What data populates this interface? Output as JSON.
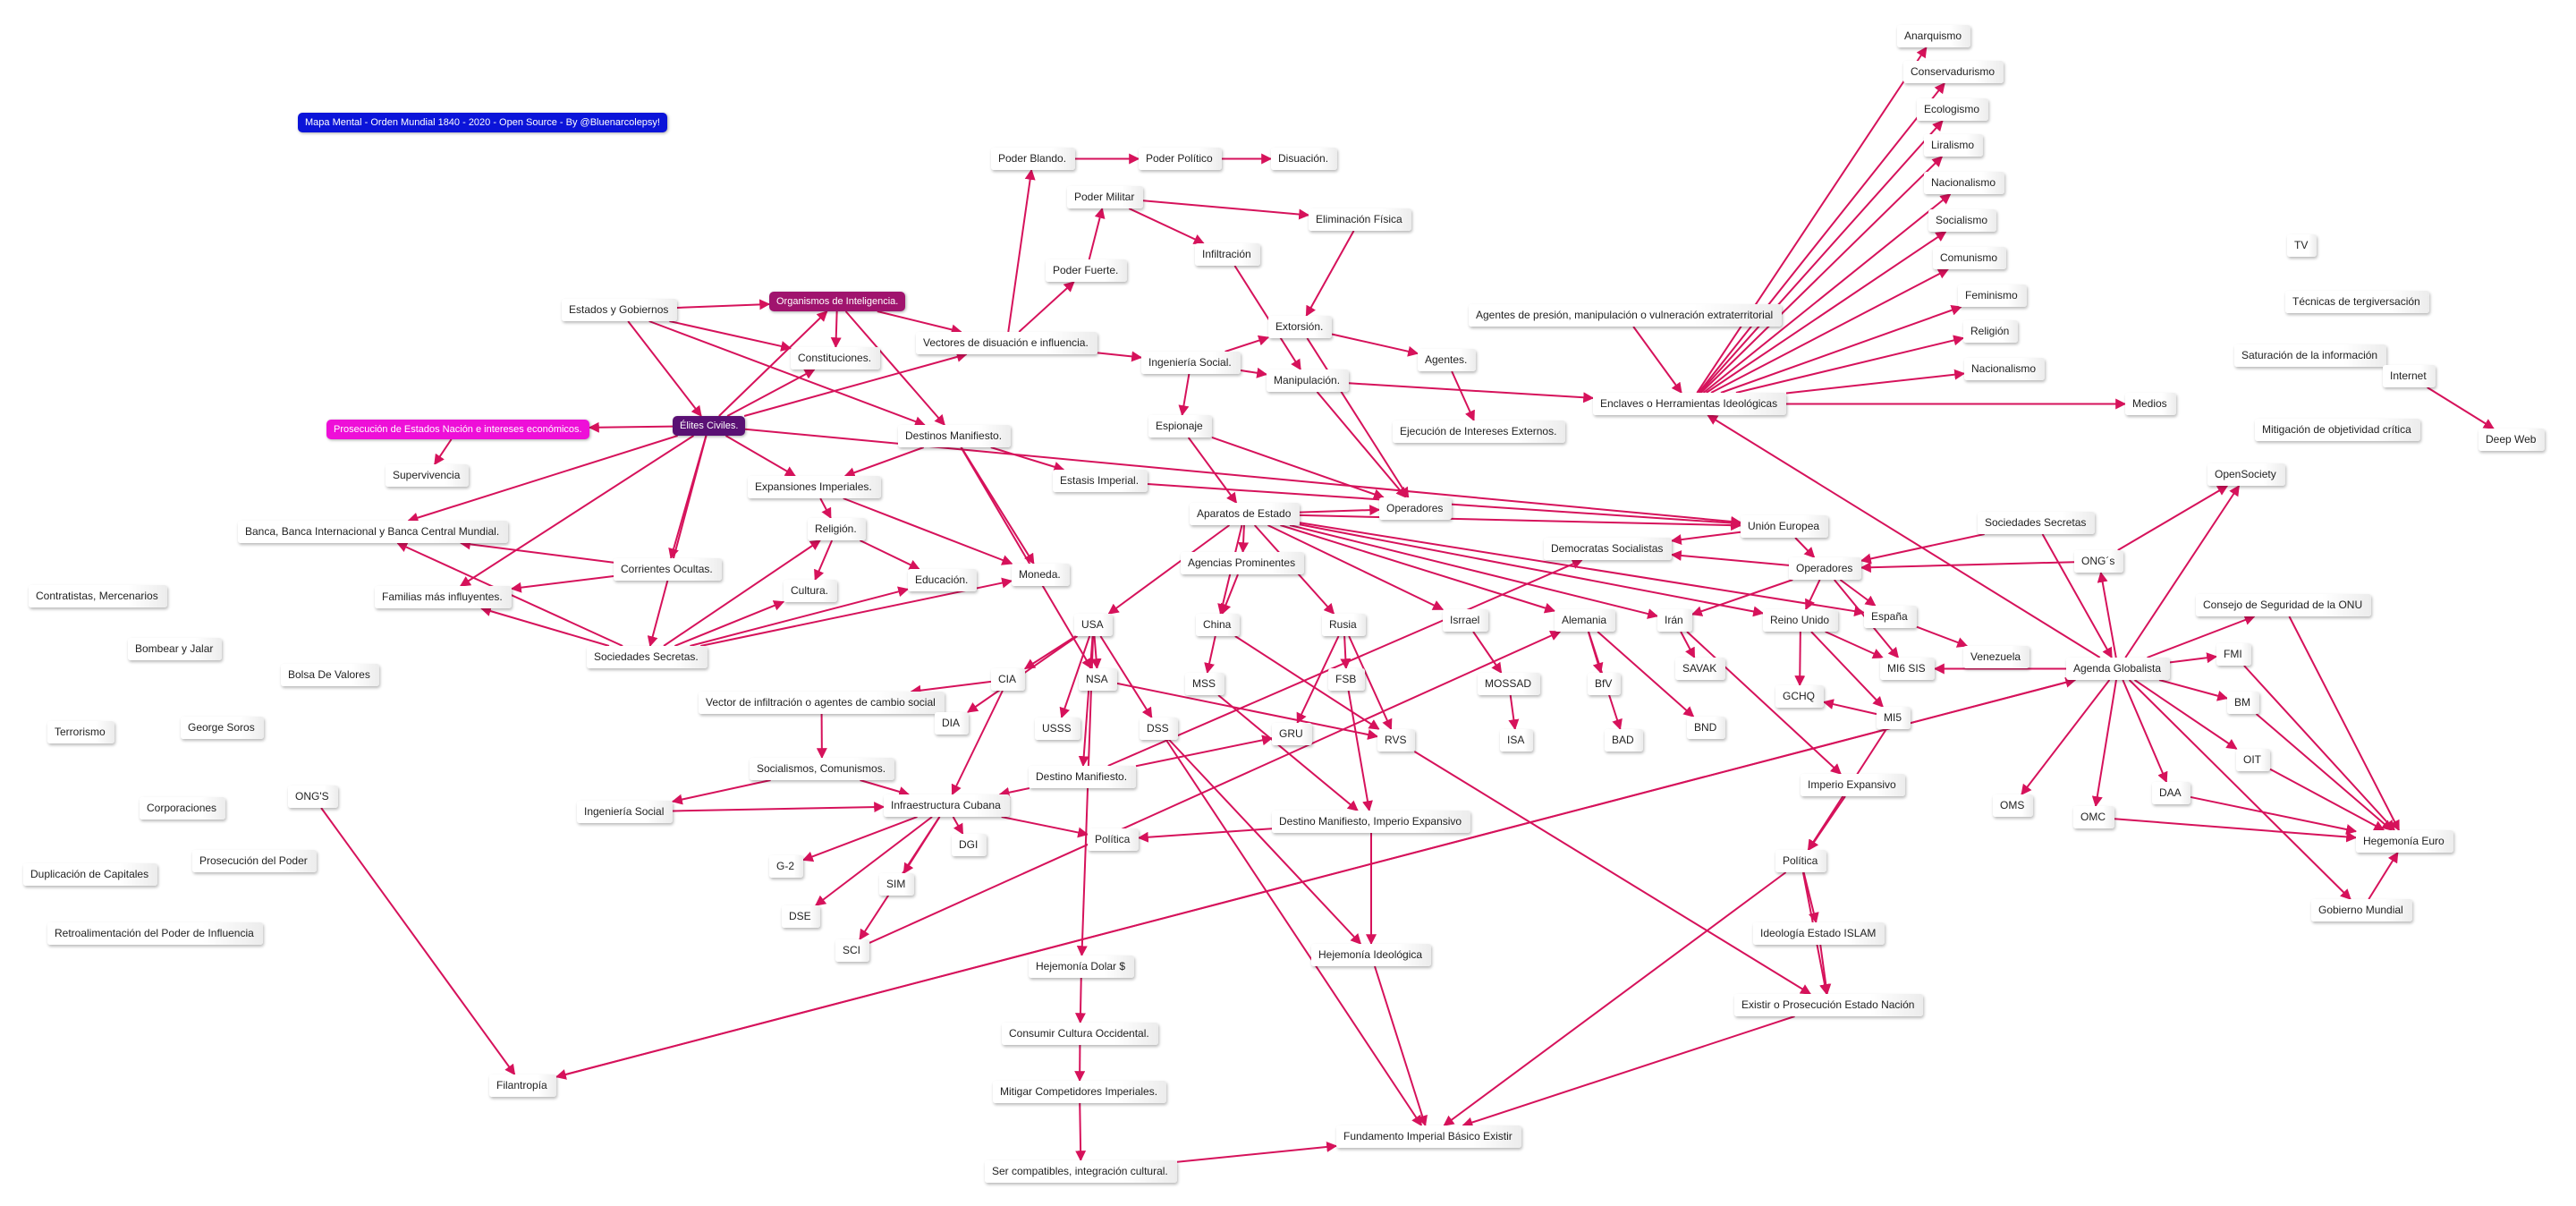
{
  "colors": {
    "edge": "#d6125b",
    "title_bg": "#0b14d9",
    "organismos_bg": "#a0146e",
    "elites_bg": "#5a1074",
    "prosecucion_bg": "#ee0fd8"
  },
  "title": "Mapa Mental - Orden Mundial 1840 - 2020 - Open Source - By @Bluenarcolepsy!",
  "nodes": [
    {
      "id": "title",
      "label": "Mapa Mental - Orden Mundial 1840 - 2020 - Open Source - By @Bluenarcolepsy!",
      "style": "title_bg"
    },
    {
      "id": "anarquismo",
      "label": "Anarquismo"
    },
    {
      "id": "conservadurismo",
      "label": "Conservadurismo"
    },
    {
      "id": "ecologismo",
      "label": "Ecologismo"
    },
    {
      "id": "liralismo",
      "label": "Liralismo"
    },
    {
      "id": "nacionalismo1",
      "label": "Nacionalismo"
    },
    {
      "id": "socialismo",
      "label": "Socialismo"
    },
    {
      "id": "comunismo",
      "label": "Comunismo"
    },
    {
      "id": "feminismo",
      "label": "Feminismo"
    },
    {
      "id": "religion2",
      "label": "Religión"
    },
    {
      "id": "nacionalismo2",
      "label": "Nacionalismo"
    },
    {
      "id": "poder_blando",
      "label": "Poder Blando."
    },
    {
      "id": "poder_politico",
      "label": "Poder Político"
    },
    {
      "id": "disuasion",
      "label": "Disuación."
    },
    {
      "id": "poder_militar",
      "label": "Poder Militar"
    },
    {
      "id": "eliminacion",
      "label": "Eliminación Física"
    },
    {
      "id": "infiltracion",
      "label": "Infiltración"
    },
    {
      "id": "poder_fuerte",
      "label": "Poder Fuerte."
    },
    {
      "id": "tv",
      "label": "TV"
    },
    {
      "id": "tecnicas",
      "label": "Técnicas de tergiversación"
    },
    {
      "id": "saturacion",
      "label": "Saturación de la información"
    },
    {
      "id": "internet",
      "label": "Internet"
    },
    {
      "id": "deepweb",
      "label": "Deep Web"
    },
    {
      "id": "mitigacion",
      "label": "Mitigación de objetividad crítica"
    },
    {
      "id": "agentes_presion",
      "label": "Agentes de presión, manipulación o vulneración extraterritorial"
    },
    {
      "id": "enclaves",
      "label": "Enclaves o Herramientas Ideológicas"
    },
    {
      "id": "medios",
      "label": "Medios"
    },
    {
      "id": "estados_gob",
      "label": "Estados y Gobiernos"
    },
    {
      "id": "organismos",
      "label": "Organismos de Inteligencia.",
      "style": "organismos_bg"
    },
    {
      "id": "constituciones",
      "label": "Constituciones."
    },
    {
      "id": "vectores",
      "label": "Vectores de disuación e influencia."
    },
    {
      "id": "ingenieria_social",
      "label": "Ingeniería Social."
    },
    {
      "id": "extorsion",
      "label": "Extorsión."
    },
    {
      "id": "agentes",
      "label": "Agentes."
    },
    {
      "id": "manipulacion",
      "label": "Manipulación."
    },
    {
      "id": "ejecucion",
      "label": "Ejecución de Intereses Externos."
    },
    {
      "id": "espionaje",
      "label": "Espionaje"
    },
    {
      "id": "elites",
      "label": "Élites Civiles.",
      "style": "elites_bg"
    },
    {
      "id": "prosecucion",
      "label": "Prosecución de Estados Nación e intereses económicos.",
      "style": "prosecucion_bg"
    },
    {
      "id": "destinos",
      "label": "Destinos Manifiesto."
    },
    {
      "id": "estasis",
      "label": "Estasis Imperial."
    },
    {
      "id": "supervivencia",
      "label": "Supervivencia"
    },
    {
      "id": "expansiones",
      "label": "Expansiones Imperiales."
    },
    {
      "id": "banca",
      "label": "Banca, Banca Internacional y Banca Central Mundial."
    },
    {
      "id": "religion1",
      "label": "Religión."
    },
    {
      "id": "corrientes",
      "label": "Corrientes Ocultas."
    },
    {
      "id": "educacion",
      "label": "Educación."
    },
    {
      "id": "cultura",
      "label": "Cultura."
    },
    {
      "id": "moneda",
      "label": "Moneda."
    },
    {
      "id": "familias",
      "label": "Familias más influyentes."
    },
    {
      "id": "sociedades1",
      "label": "Sociedades Secretas."
    },
    {
      "id": "contratistas",
      "label": "Contratistas, Mercenarios"
    },
    {
      "id": "bombear",
      "label": "Bombear y Jalar"
    },
    {
      "id": "bolsa",
      "label": "Bolsa De Valores"
    },
    {
      "id": "terrorismo",
      "label": "Terrorismo"
    },
    {
      "id": "soros",
      "label": "George Soros"
    },
    {
      "id": "corporaciones",
      "label": "Corporaciones"
    },
    {
      "id": "ongs1",
      "label": "ONG'S"
    },
    {
      "id": "duplicacion",
      "label": "Duplicación de Capitales"
    },
    {
      "id": "prosecucion_poder",
      "label": "Prosecución del Poder"
    },
    {
      "id": "retro",
      "label": "Retroalimentación del Poder de Influencia"
    },
    {
      "id": "aparatos",
      "label": "Aparatos de Estado"
    },
    {
      "id": "operadores1",
      "label": "Operadores"
    },
    {
      "id": "agencias",
      "label": "Agencias Prominentes"
    },
    {
      "id": "union_europea",
      "label": "Unión Europea"
    },
    {
      "id": "democratas",
      "label": "Democratas Socialistas"
    },
    {
      "id": "sociedades2",
      "label": "Sociedades Secretas"
    },
    {
      "id": "opensociety",
      "label": "OpenSociety"
    },
    {
      "id": "ongs2",
      "label": "ONG´s"
    },
    {
      "id": "operadores2",
      "label": "Operadores"
    },
    {
      "id": "consejo",
      "label": "Consejo de Seguridad de la ONU"
    },
    {
      "id": "usa",
      "label": "USA"
    },
    {
      "id": "china",
      "label": "China"
    },
    {
      "id": "rusia",
      "label": "Rusia"
    },
    {
      "id": "isrrael",
      "label": "Isrrael"
    },
    {
      "id": "alemania",
      "label": "Alemania"
    },
    {
      "id": "iran",
      "label": "Irán"
    },
    {
      "id": "reino_unido",
      "label": "Reino Unido"
    },
    {
      "id": "espana",
      "label": "España"
    },
    {
      "id": "venezuela",
      "label": "Venezuela"
    },
    {
      "id": "agenda",
      "label": "Agenda Globalista"
    },
    {
      "id": "fmi",
      "label": "FMI"
    },
    {
      "id": "bm",
      "label": "BM"
    },
    {
      "id": "oit",
      "label": "OIT"
    },
    {
      "id": "daa",
      "label": "DAA"
    },
    {
      "id": "oms",
      "label": "OMS"
    },
    {
      "id": "omc",
      "label": "OMC"
    },
    {
      "id": "hegemonia_euro",
      "label": "Hegemonía Euro"
    },
    {
      "id": "gobierno_mundial",
      "label": "Gobierno Mundial"
    },
    {
      "id": "cia",
      "label": "CIA"
    },
    {
      "id": "nsa",
      "label": "NSA"
    },
    {
      "id": "mss",
      "label": "MSS"
    },
    {
      "id": "fsb",
      "label": "FSB"
    },
    {
      "id": "mossad",
      "label": "MOSSAD"
    },
    {
      "id": "bfv",
      "label": "BfV"
    },
    {
      "id": "savak",
      "label": "SAVAK"
    },
    {
      "id": "mi5sis",
      "label": "MI6 SIS"
    },
    {
      "id": "vector_infil",
      "label": "Vector de infiltración o agentes de cambio social"
    },
    {
      "id": "dia",
      "label": "DIA"
    },
    {
      "id": "usss",
      "label": "USSS"
    },
    {
      "id": "dss",
      "label": "DSS"
    },
    {
      "id": "gru",
      "label": "GRU"
    },
    {
      "id": "rvs",
      "label": "RVS"
    },
    {
      "id": "isa",
      "label": "ISA"
    },
    {
      "id": "bad",
      "label": "BAD"
    },
    {
      "id": "bnd",
      "label": "BND"
    },
    {
      "id": "gchq",
      "label": "GCHQ"
    },
    {
      "id": "mi5",
      "label": "MI5"
    },
    {
      "id": "socialismos",
      "label": "Socialismos, Comunismos."
    },
    {
      "id": "destino_manif",
      "label": "Destino Manifiesto."
    },
    {
      "id": "ingenieria_social2",
      "label": "Ingeniería Social"
    },
    {
      "id": "infra_cubana",
      "label": "Infraestructura Cubana"
    },
    {
      "id": "imperio_exp",
      "label": "Imperio Expansivo"
    },
    {
      "id": "politica1",
      "label": "Política"
    },
    {
      "id": "destino_imperio",
      "label": "Destino Manifiesto, Imperio Expansivo"
    },
    {
      "id": "politica2",
      "label": "Política"
    },
    {
      "id": "dgi",
      "label": "DGI"
    },
    {
      "id": "g2",
      "label": "G-2"
    },
    {
      "id": "sim",
      "label": "SIM"
    },
    {
      "id": "dse",
      "label": "DSE"
    },
    {
      "id": "sci",
      "label": "SCI"
    },
    {
      "id": "ideologia_islam",
      "label": "Ideología Estado ISLAM"
    },
    {
      "id": "hegemonia_dolar",
      "label": "Hejemonía Dolar $"
    },
    {
      "id": "hegemonia_ideo",
      "label": "Hejemonía Ideológica"
    },
    {
      "id": "existir",
      "label": "Existir o Prosecución Estado Nación"
    },
    {
      "id": "consumir",
      "label": "Consumir Cultura Occidental."
    },
    {
      "id": "mitigar",
      "label": "Mitigar Competidores Imperiales."
    },
    {
      "id": "filantropia",
      "label": "Filantropía"
    },
    {
      "id": "fundamento",
      "label": "Fundamento Imperial Básico Existir"
    },
    {
      "id": "compatibles",
      "label": "Ser compatibles, integración cultural."
    }
  ],
  "edges": [
    [
      "enclaves",
      "anarquismo"
    ],
    [
      "enclaves",
      "conservadurismo"
    ],
    [
      "enclaves",
      "ecologismo"
    ],
    [
      "enclaves",
      "liralismo"
    ],
    [
      "enclaves",
      "nacionalismo1"
    ],
    [
      "enclaves",
      "socialismo"
    ],
    [
      "enclaves",
      "comunismo"
    ],
    [
      "enclaves",
      "feminismo"
    ],
    [
      "enclaves",
      "religion2"
    ],
    [
      "enclaves",
      "nacionalismo2"
    ],
    [
      "enclaves",
      "medios"
    ],
    [
      "agentes_presion",
      "enclaves"
    ],
    [
      "vectores",
      "poder_blando"
    ],
    [
      "poder_blando",
      "poder_politico"
    ],
    [
      "poder_politico",
      "disuasion"
    ],
    [
      "vectores",
      "poder_fuerte"
    ],
    [
      "poder_fuerte",
      "poder_militar"
    ],
    [
      "poder_militar",
      "eliminacion"
    ],
    [
      "poder_militar",
      "infiltracion"
    ],
    [
      "internet",
      "deepweb"
    ],
    [
      "estados_gob",
      "organismos"
    ],
    [
      "organismos",
      "constituciones"
    ],
    [
      "organismos",
      "vectores"
    ],
    [
      "organismos",
      "destinos"
    ],
    [
      "vectores",
      "ingenieria_social"
    ],
    [
      "ingenieria_social",
      "extorsion"
    ],
    [
      "ingenieria_social",
      "manipulacion"
    ],
    [
      "ingenieria_social",
      "espionaje"
    ],
    [
      "extorsion",
      "agentes"
    ],
    [
      "agentes",
      "ejecucion"
    ],
    [
      "manipulacion",
      "enclaves"
    ],
    [
      "eliminacion",
      "extorsion"
    ],
    [
      "infiltracion",
      "manipulacion"
    ],
    [
      "extorsion",
      "operadores1"
    ],
    [
      "manipulacion",
      "operadores1"
    ],
    [
      "espionaje",
      "operadores1"
    ],
    [
      "espionaje",
      "aparatos"
    ],
    [
      "aparatos",
      "operadores1"
    ],
    [
      "elites",
      "prosecucion"
    ],
    [
      "elites",
      "organismos"
    ],
    [
      "elites",
      "constituciones"
    ],
    [
      "elites",
      "vectores"
    ],
    [
      "elites",
      "expansiones"
    ],
    [
      "elites",
      "corrientes"
    ],
    [
      "elites",
      "banca"
    ],
    [
      "elites",
      "familias"
    ],
    [
      "elites",
      "sociedades1"
    ],
    [
      "elites",
      "union_europea"
    ],
    [
      "estados_gob",
      "elites"
    ],
    [
      "estados_gob",
      "constituciones"
    ],
    [
      "estados_gob",
      "destinos"
    ],
    [
      "prosecucion",
      "supervivencia"
    ],
    [
      "destinos",
      "estasis"
    ],
    [
      "destinos",
      "expansiones"
    ],
    [
      "destinos",
      "moneda"
    ],
    [
      "destinos",
      "nsa"
    ],
    [
      "expansiones",
      "religion1"
    ],
    [
      "expansiones",
      "moneda"
    ],
    [
      "religion1",
      "cultura"
    ],
    [
      "religion1",
      "educacion"
    ],
    [
      "corrientes",
      "banca"
    ],
    [
      "corrientes",
      "familias"
    ],
    [
      "sociedades1",
      "banca"
    ],
    [
      "sociedades1",
      "familias"
    ],
    [
      "sociedades1",
      "religion1"
    ],
    [
      "sociedades1",
      "educacion"
    ],
    [
      "sociedades1",
      "cultura"
    ],
    [
      "sociedades1",
      "moneda"
    ],
    [
      "ongs1",
      "filantropia"
    ],
    [
      "aparatos",
      "agencias"
    ],
    [
      "aparatos",
      "usa"
    ],
    [
      "aparatos",
      "china"
    ],
    [
      "aparatos",
      "rusia"
    ],
    [
      "aparatos",
      "isrrael"
    ],
    [
      "aparatos",
      "alemania"
    ],
    [
      "aparatos",
      "iran"
    ],
    [
      "aparatos",
      "reino_unido"
    ],
    [
      "aparatos",
      "espana"
    ],
    [
      "aparatos",
      "union_europea"
    ],
    [
      "agencias",
      "china"
    ],
    [
      "union_europea",
      "democratas"
    ],
    [
      "union_europea",
      "operadores2"
    ],
    [
      "sociedades2",
      "agenda"
    ],
    [
      "sociedades2",
      "operadores2"
    ],
    [
      "agenda",
      "opensociety"
    ],
    [
      "ongs2",
      "opensociety"
    ],
    [
      "ongs2",
      "operadores2"
    ],
    [
      "operadores2",
      "democratas"
    ],
    [
      "operadores2",
      "reino_unido"
    ],
    [
      "operadores2",
      "iran"
    ],
    [
      "operadores2",
      "espana"
    ],
    [
      "operadores2",
      "mi5sis"
    ],
    [
      "espana",
      "venezuela"
    ],
    [
      "agenda",
      "ongs2"
    ],
    [
      "agenda",
      "consejo"
    ],
    [
      "agenda",
      "fmi"
    ],
    [
      "agenda",
      "bm"
    ],
    [
      "agenda",
      "oit"
    ],
    [
      "agenda",
      "daa"
    ],
    [
      "agenda",
      "oms"
    ],
    [
      "agenda",
      "omc"
    ],
    [
      "agenda",
      "gobierno_mundial"
    ],
    [
      "agenda",
      "enclaves"
    ],
    [
      "agenda",
      "filantropia"
    ],
    [
      "fmi",
      "hegemonia_euro"
    ],
    [
      "bm",
      "hegemonia_euro"
    ],
    [
      "oit",
      "hegemonia_euro"
    ],
    [
      "daa",
      "hegemonia_euro"
    ],
    [
      "omc",
      "hegemonia_euro"
    ],
    [
      "consejo",
      "hegemonia_euro"
    ],
    [
      "gobierno_mundial",
      "hegemonia_euro"
    ],
    [
      "usa",
      "cia"
    ],
    [
      "usa",
      "nsa"
    ],
    [
      "usa",
      "dia"
    ],
    [
      "usa",
      "usss"
    ],
    [
      "usa",
      "dss"
    ],
    [
      "usa",
      "destino_manif"
    ],
    [
      "china",
      "mss"
    ],
    [
      "china",
      "rvs"
    ],
    [
      "rusia",
      "fsb"
    ],
    [
      "rusia",
      "gru"
    ],
    [
      "rusia",
      "rvs"
    ],
    [
      "isrrael",
      "mossad"
    ],
    [
      "mossad",
      "isa"
    ],
    [
      "alemania",
      "bfv"
    ],
    [
      "alemania",
      "bad"
    ],
    [
      "alemania",
      "bnd"
    ],
    [
      "iran",
      "savak"
    ],
    [
      "iran",
      "imperio_exp"
    ],
    [
      "reino_unido",
      "gchq"
    ],
    [
      "reino_unido",
      "mi5"
    ],
    [
      "reino_unido",
      "mi5sis"
    ],
    [
      "cia",
      "vector_infil"
    ],
    [
      "vector_infil",
      "socialismos"
    ],
    [
      "socialismos",
      "infra_cubana"
    ],
    [
      "socialismos",
      "ingenieria_social2"
    ],
    [
      "ingenieria_social2",
      "infra_cubana"
    ],
    [
      "destino_manif",
      "infra_cubana"
    ],
    [
      "infra_cubana",
      "dgi"
    ],
    [
      "infra_cubana",
      "g2"
    ],
    [
      "infra_cubana",
      "sim"
    ],
    [
      "infra_cubana",
      "dse"
    ],
    [
      "infra_cubana",
      "sci"
    ],
    [
      "infra_cubana",
      "politica1"
    ],
    [
      "cia",
      "infra_cubana"
    ],
    [
      "mss",
      "destino_imperio"
    ],
    [
      "fsb",
      "destino_imperio"
    ],
    [
      "destino_imperio",
      "politica1"
    ],
    [
      "destino_imperio",
      "hegemonia_ideo"
    ],
    [
      "imperio_exp",
      "politica2"
    ],
    [
      "politica2",
      "ideologia_islam"
    ],
    [
      "ideologia_islam",
      "existir"
    ],
    [
      "politica2",
      "existir"
    ],
    [
      "mi5",
      "gchq"
    ],
    [
      "mi5",
      "politica2"
    ],
    [
      "usa",
      "hegemonia_dolar"
    ],
    [
      "hegemonia_dolar",
      "consumir"
    ],
    [
      "consumir",
      "mitigar"
    ],
    [
      "mitigar",
      "compatibles"
    ],
    [
      "compatibles",
      "fundamento"
    ],
    [
      "existir",
      "fundamento"
    ],
    [
      "hegemonia_ideo",
      "fundamento"
    ],
    [
      "dss",
      "fundamento"
    ],
    [
      "rvs",
      "existir"
    ],
    [
      "politica2",
      "fundamento"
    ],
    [
      "agenda",
      "mi5sis"
    ],
    [
      "nsa",
      "rvs"
    ],
    [
      "sci",
      "alemania"
    ],
    [
      "estasis",
      "union_europea"
    ],
    [
      "filantropia",
      "agenda"
    ],
    [
      "destino_manif",
      "democratas"
    ],
    [
      "dss",
      "hegemonia_ideo"
    ],
    [
      "destino_manif",
      "gru"
    ]
  ]
}
